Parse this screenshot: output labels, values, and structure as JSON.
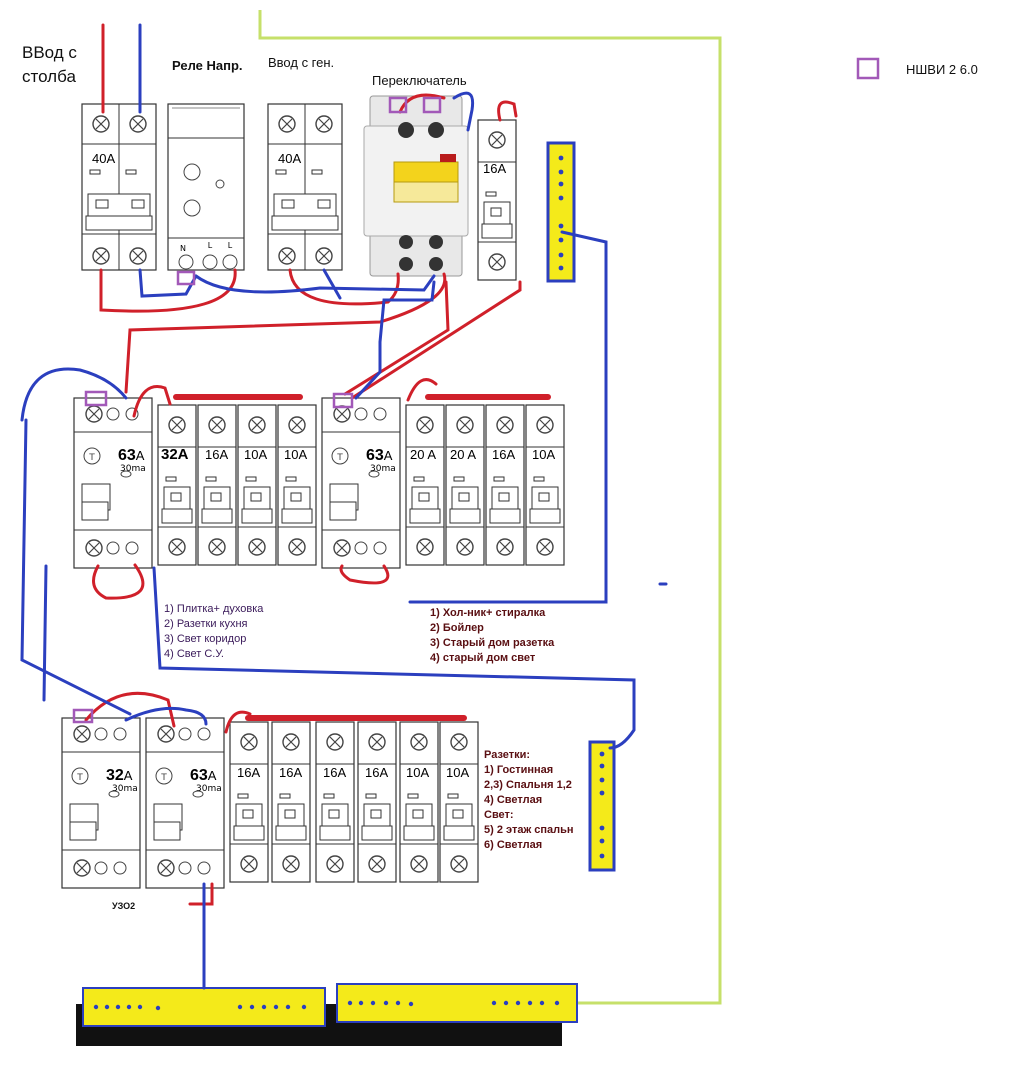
{
  "labels": {
    "input_pole": "ВВод с\nстолба",
    "voltage_relay": "Реле Напр.",
    "input_generator": "Ввод с ген.",
    "changeover_switch": "Переключатель",
    "legend_item": "НШВИ 2 6.0",
    "rcd2_caption": "УЗО2"
  },
  "top_row": {
    "main_breaker": "40A",
    "relay_terminals": [
      "N",
      "L",
      "L"
    ],
    "gen_breaker": "40A",
    "single_breaker": "16A"
  },
  "row2": {
    "rcd1": {
      "rating": "63",
      "unit": "A",
      "sens": "30ma"
    },
    "group1": [
      "32A",
      "16A",
      "10A",
      "10A"
    ],
    "rcd2": {
      "rating": "63",
      "unit": "A",
      "sens": "30ma"
    },
    "group2": [
      "20 A",
      "20 A",
      "16A",
      "10A"
    ]
  },
  "row3": {
    "rcd3": {
      "rating": "32",
      "unit": "A",
      "sens": "30ma"
    },
    "rcd4": {
      "rating": "63",
      "unit": "A",
      "sens": "30ma"
    },
    "group3": [
      "16A",
      "16A",
      "16A",
      "16A",
      "10A",
      "10A"
    ]
  },
  "notes": {
    "group1": [
      "1) Плитка+ духовка",
      "2) Разетки кухня",
      "3) Свет коридор",
      "4) Свет С.У."
    ],
    "group2": [
      "1) Хол-ник+ стиралка",
      "2) Бойлер",
      "3) Старый дом разетка",
      "4) старый дом свет"
    ],
    "group3": [
      "Разетки:",
      "1) Гостинная",
      "2,3) Спальня 1,2",
      "4) Светлая",
      "Свет:",
      "5) 2 этаж спальн",
      "6) Светлая"
    ]
  },
  "colors": {
    "phase": "#d0202a",
    "neutral": "#2b3fbf",
    "ground": "#c6e06a",
    "bus": "#f4ea1a",
    "ferrule": "#a259b8",
    "notes": "#5a0f12"
  }
}
